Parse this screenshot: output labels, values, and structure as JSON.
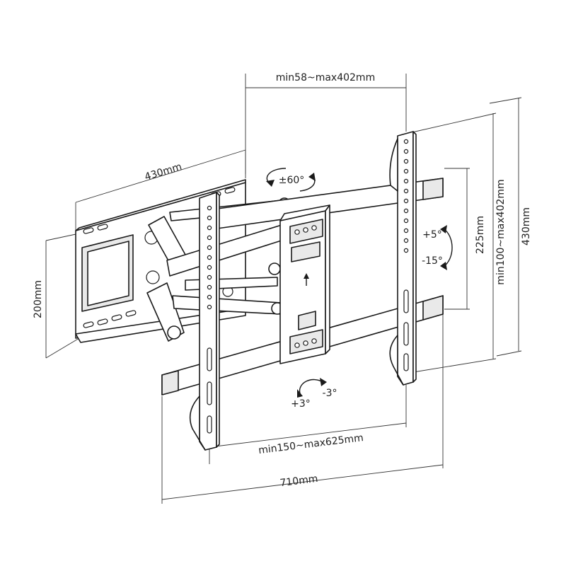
{
  "diagram": {
    "dimensions": {
      "arm_extension": "min58~max402mm",
      "wall_plate_width": "430mm",
      "wall_plate_height": "200mm",
      "vertical_hole_spacing": "225mm",
      "vesa_vertical": "min100~max402mm",
      "bracket_height": "430mm",
      "vesa_horizontal": "min150~max625mm",
      "bracket_width": "710mm"
    },
    "adjustments": {
      "swivel": "±60°",
      "tilt_up": "+5°",
      "tilt_down": "-15°",
      "rotate_cw": "+3°",
      "rotate_ccw": "-3°"
    }
  }
}
